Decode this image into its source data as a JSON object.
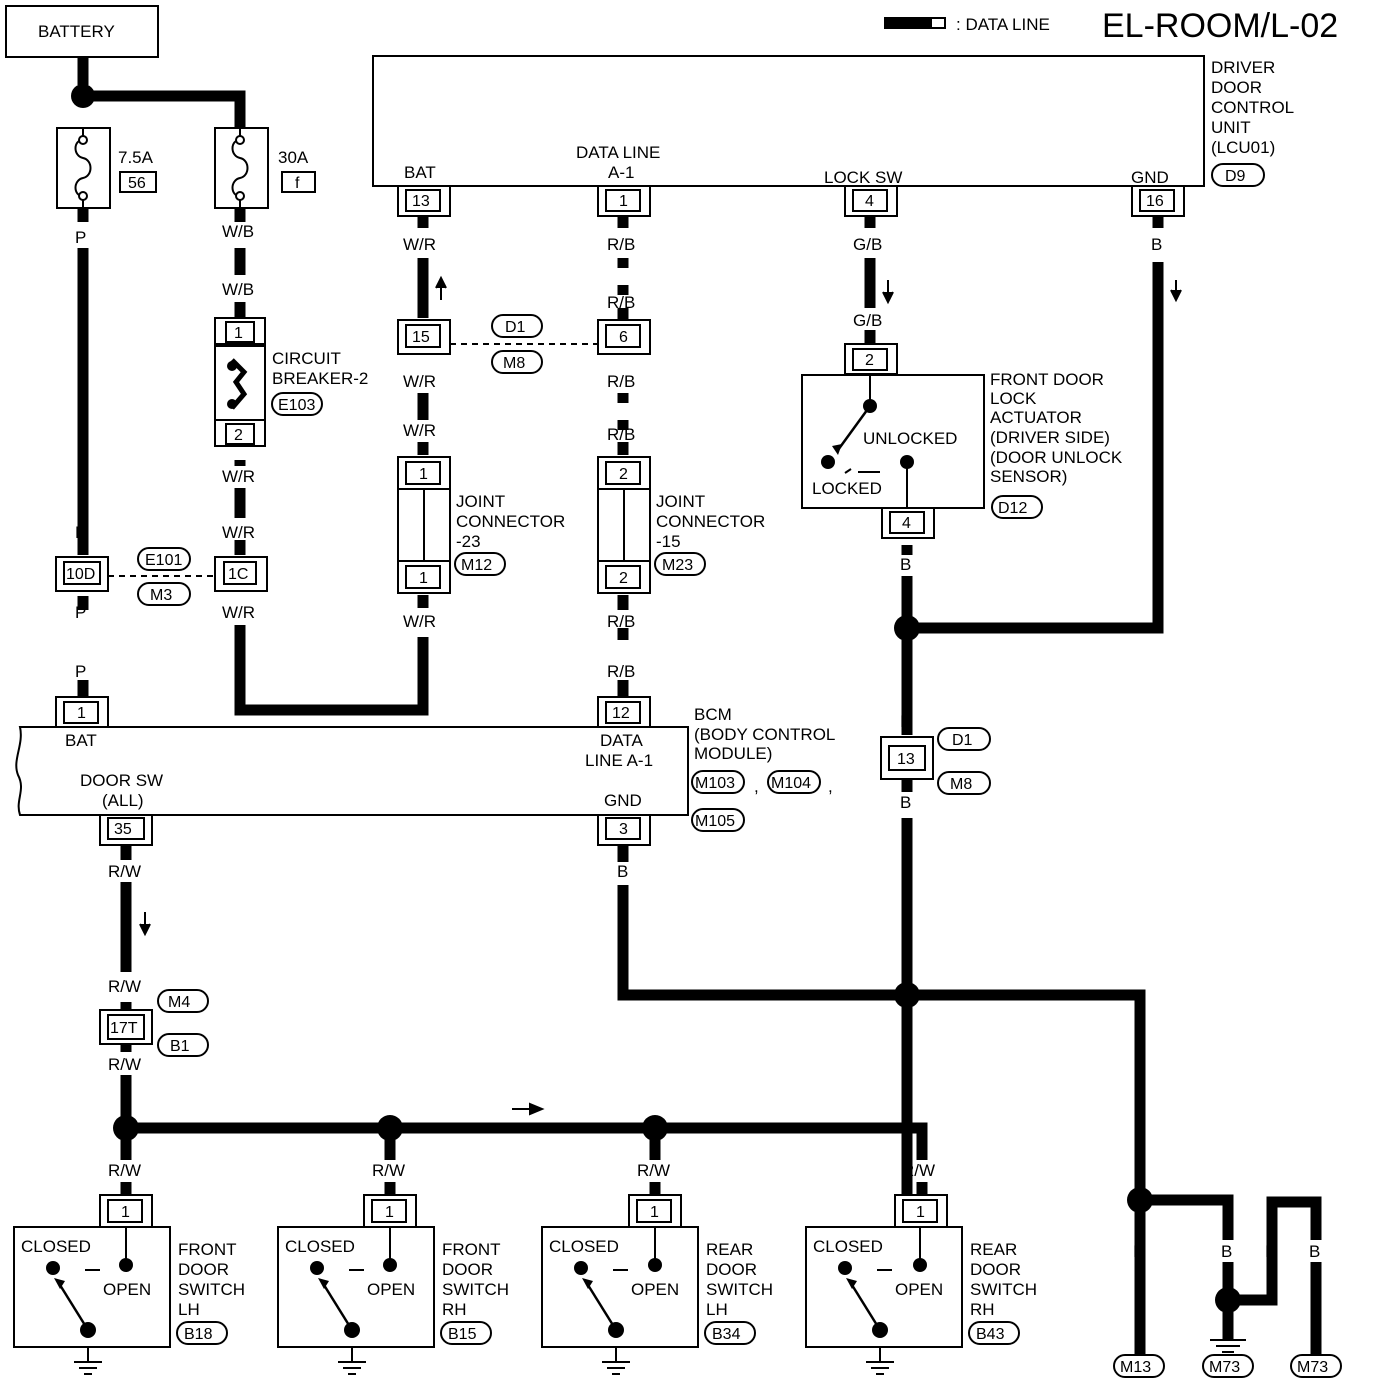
{
  "page": {
    "code": "EL-ROOM/L-02",
    "legend_text": ": DATA LINE"
  },
  "battery": {
    "label": "BATTERY"
  },
  "fuses": {
    "fuse1": {
      "rating": "7.5A",
      "number": "56"
    },
    "fuse2": {
      "rating": "30A",
      "number": "f"
    }
  },
  "circuit_breaker": {
    "line1": "CIRCUIT",
    "line2": "BREAKER-2",
    "connector": "E103",
    "pin_top": "1",
    "pin_bottom": "2"
  },
  "ddcu": {
    "name_lines": [
      "DRIVER",
      "DOOR",
      "CONTROL",
      "UNIT",
      "(LCU01)"
    ],
    "connector": "D9",
    "terminals": [
      {
        "label": "BAT",
        "pin": "13"
      },
      {
        "label_line1": "DATA LINE",
        "label_line2": "A-1",
        "pin": "1"
      },
      {
        "label": "LOCK SW",
        "pin": "4"
      },
      {
        "label": "GND",
        "pin": "16"
      }
    ]
  },
  "actuator": {
    "name_lines": [
      "FRONT DOOR",
      "LOCK",
      "ACTUATOR",
      "(DRIVER SIDE)",
      "(DOOR UNLOCK",
      "SENSOR)"
    ],
    "connector": "D12",
    "pin_top": "2",
    "pin_bottom": "4",
    "unlocked": "UNLOCKED",
    "locked": "LOCKED"
  },
  "joint23": {
    "lines": [
      "JOINT",
      "CONNECTOR",
      "-23"
    ],
    "connector": "M12",
    "pin_top": "1",
    "pin_bottom": "1"
  },
  "joint15": {
    "lines": [
      "JOINT",
      "CONNECTOR",
      "-15"
    ],
    "connector": "M23",
    "pin_top": "2",
    "pin_bottom": "2"
  },
  "inline_connectors": {
    "d1_m8_left_pin": "15",
    "d1_m8_right_pin": "6",
    "d1": "D1",
    "m8": "M8",
    "e101": "E101",
    "m3": "M3",
    "pin_10d": "10D",
    "pin_1c": "1C",
    "m4": "M4",
    "b1": "B1",
    "pin_17t": "17T",
    "pin_13": "13"
  },
  "bcm": {
    "name_lines": [
      "BCM",
      "(BODY CONTROL",
      "MODULE)"
    ],
    "connectors": [
      "M103",
      "M104",
      "M105"
    ],
    "bat_label": "BAT",
    "bat_pin": "1",
    "doorsw_line1": "DOOR SW",
    "doorsw_line2": "(ALL)",
    "doorsw_pin": "35",
    "data_line1": "DATA",
    "data_line2": "LINE A-1",
    "data_pin": "12",
    "gnd_label": "GND",
    "gnd_pin": "3"
  },
  "wire_colors": {
    "p": "P",
    "wb": "W/B",
    "wr": "W/R",
    "rb": "R/B",
    "gb": "G/B",
    "b": "B",
    "rw": "R/W"
  },
  "door_switches": [
    {
      "name_lines": [
        "FRONT",
        "DOOR",
        "SWITCH",
        "LH"
      ],
      "connector": "B18",
      "pin": "1",
      "closed": "CLOSED",
      "open": "OPEN"
    },
    {
      "name_lines": [
        "FRONT",
        "DOOR",
        "SWITCH",
        "RH"
      ],
      "connector": "B15",
      "pin": "1",
      "closed": "CLOSED",
      "open": "OPEN"
    },
    {
      "name_lines": [
        "REAR",
        "DOOR",
        "SWITCH",
        "LH"
      ],
      "connector": "B34",
      "pin": "1",
      "closed": "CLOSED",
      "open": "OPEN"
    },
    {
      "name_lines": [
        "REAR",
        "DOOR",
        "SWITCH",
        "RH"
      ],
      "connector": "B43",
      "pin": "1",
      "closed": "CLOSED",
      "open": "OPEN"
    }
  ],
  "grounds": [
    "M13",
    "M73",
    "M73"
  ]
}
